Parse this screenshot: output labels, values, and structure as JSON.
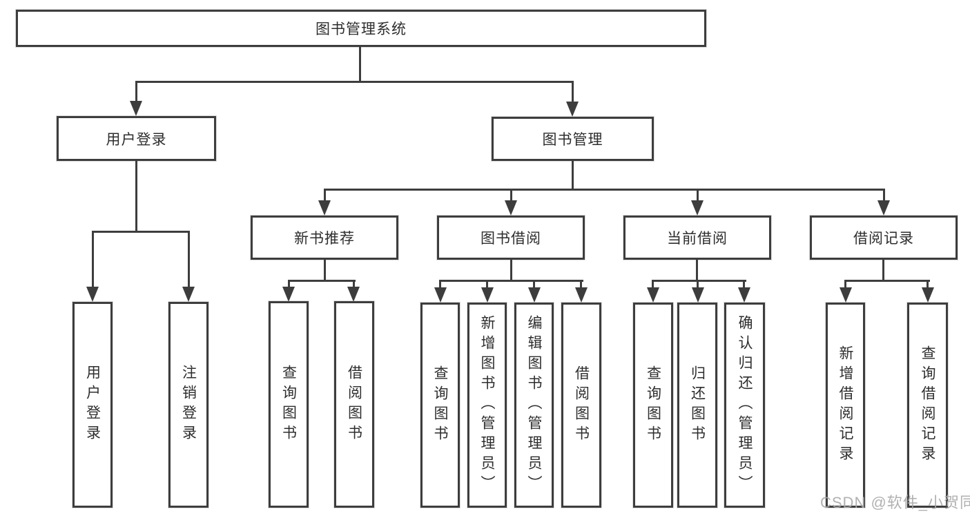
{
  "diagram": {
    "title": "图书管理系统",
    "level2": {
      "user_login": "用户登录",
      "book_mgmt": "图书管理"
    },
    "level3": {
      "new_book_rec": "新书推荐",
      "book_borrow": "图书借阅",
      "current_borrow": "当前借阅",
      "borrow_records": "借阅记录"
    },
    "leaves": {
      "user_login": "用户登录",
      "logout": "注销登录",
      "nbr_query_books": "查询图书",
      "nbr_borrow_books": "借阅图书",
      "bb_query_books": "查询图书",
      "bb_add_books": "新增图书（管理员）",
      "bb_edit_books": "编辑图书（管理员）",
      "bb_borrow_books": "借阅图书",
      "cb_query_books": "查询图书",
      "cb_return_books": "归还图书",
      "cb_confirm_return": "确认归还（管理员）",
      "br_add_record": "新增借阅记录",
      "br_query_record": "查询借阅记录"
    }
  },
  "watermark": "CSDN @软件_小贺同学",
  "colors": {
    "line": "#3d3d3d",
    "text": "#2d2d2d",
    "watermark": "#a8a8a8",
    "background": "#ffffff"
  }
}
